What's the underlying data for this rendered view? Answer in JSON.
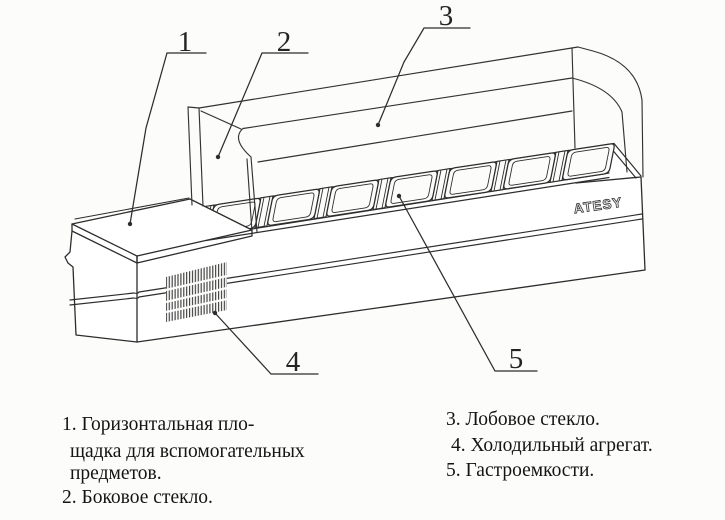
{
  "diagram": {
    "brand": "ATESY",
    "callouts": [
      {
        "num": "1"
      },
      {
        "num": "2"
      },
      {
        "num": "3"
      },
      {
        "num": "4"
      },
      {
        "num": "5"
      }
    ]
  },
  "legend": {
    "left": [
      "1. Горизонтальная пло-",
      "щадка для вспомогательных",
      "предметов.",
      "2. Боковое стекло."
    ],
    "right": [
      "3. Лобовое стекло.",
      "4. Холодильный агрегат.",
      "5. Гастроемкости."
    ]
  },
  "colors": {
    "ink": "#2d2d2d",
    "paper": "#fcfcfa"
  }
}
